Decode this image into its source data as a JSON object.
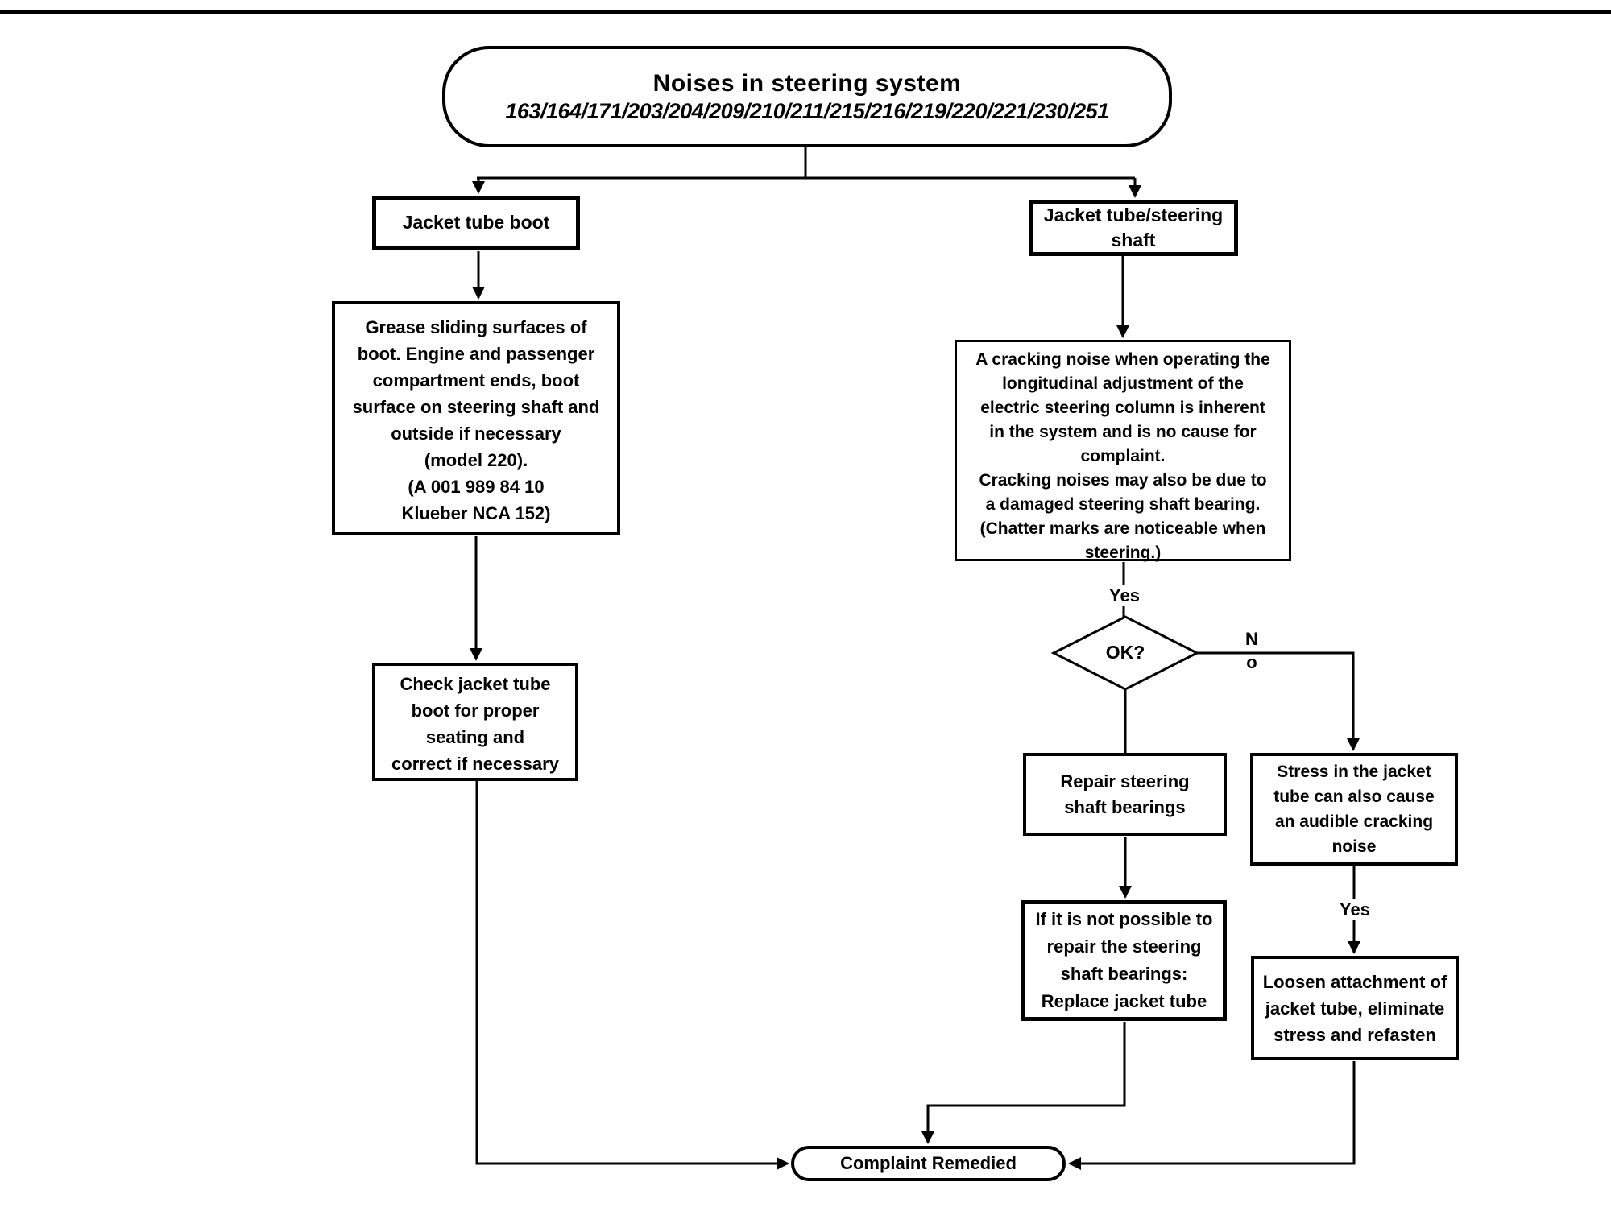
{
  "diagram": {
    "colors": {
      "ink": "#000000",
      "paper": "#ffffff"
    },
    "title": {
      "line1": "Noises in steering system",
      "line2": "163/164/171/203/204/209/210/211/215/216/219/220/221/230/251"
    },
    "nodes": {
      "jacket_tube_boot": {
        "label": "Jacket tube boot"
      },
      "jacket_tube_steering_shaft": {
        "label": "Jacket tube/steering\nshaft"
      },
      "grease": {
        "text": "Grease sliding surfaces of\nboot. Engine and passenger\ncompartment ends, boot\nsurface on steering shaft and\noutside if necessary\n(model 220).\n(A 001 989 84 10\nKlueber NCA 152)"
      },
      "cracking": {
        "text": "A cracking noise when operating the\nlongitudinal adjustment of the\nelectric steering column is inherent\nin the system and is no cause for\ncomplaint.\nCracking noises may also be due to\na damaged steering shaft bearing.\n(Chatter marks are noticeable when\nsteering.)"
      },
      "check_boot": {
        "text": "Check jacket tube\nboot for proper\nseating and\ncorrect if necessary"
      },
      "decision_ok": {
        "label": "OK?"
      },
      "repair": {
        "text": "Repair steering\nshaft bearings"
      },
      "stress": {
        "text": "Stress in the jacket\ntube can also cause\nan audible cracking\nnoise"
      },
      "if_not_possible": {
        "text": "If it is not possible to\nrepair the steering\nshaft bearings:\nReplace jacket tube"
      },
      "loosen": {
        "text": "Loosen attachment of\njacket tube, eliminate\nstress and refasten"
      },
      "complaint_remedied": {
        "label": "Complaint Remedied"
      }
    },
    "edge_labels": {
      "yes_top": "Yes",
      "no_right": "N\no",
      "yes_right": "Yes"
    }
  }
}
